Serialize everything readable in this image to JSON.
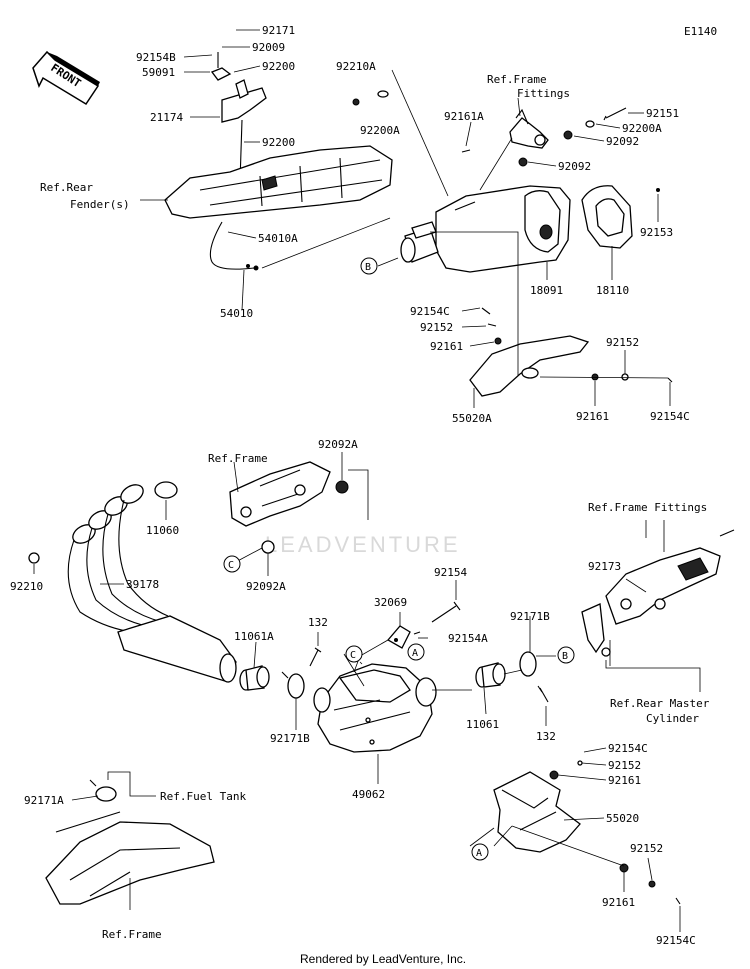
{
  "diagram_code": "E1140",
  "front_arrow_label": "FRONT",
  "watermark": "LEADVENTURE",
  "footer": "Rendered by LeadVenture, Inc.",
  "parts": {
    "p92171": "92171",
    "p92009": "92009",
    "p92154B": "92154B",
    "p59091": "59091",
    "p92200_top": "92200",
    "p21174": "21174",
    "p92200_mid": "92200",
    "p92210A": "92210A",
    "p92200A_left": "92200A",
    "p92161A": "92161A",
    "p92151": "92151",
    "p92200A_right": "92200A",
    "p92092_a": "92092",
    "p92092_b": "92092",
    "p54010A": "54010A",
    "p54010": "54010",
    "p92153": "92153",
    "p18091": "18091",
    "p18110": "18110",
    "p92154C_top": "92154C",
    "p92152_top": "92152",
    "p92161_top": "92161",
    "p92152_right": "92152",
    "p55020A": "55020A",
    "p92161_right": "92161",
    "p92154C_right": "92154C",
    "p92092A_top": "92092A",
    "p11060": "11060",
    "p92210": "92210",
    "p39178": "39178",
    "p92092A_bot": "92092A",
    "p92173": "92173",
    "p92154": "92154",
    "p32069": "32069",
    "p92154A": "92154A",
    "p132_left": "132",
    "p11061A": "11061A",
    "p92171B_left": "92171B",
    "p92171B_right": "92171B",
    "p11061": "11061",
    "p132_right": "132",
    "p49062": "49062",
    "p92154C_low": "92154C",
    "p92152_low": "92152",
    "p92161_low": "92161",
    "p55020": "55020",
    "p92152_bot": "92152",
    "p92161_bot": "92161",
    "p92154C_bot": "92154C",
    "p92171A": "92171A"
  },
  "refs": {
    "frame_fittings_1": "Ref.Frame",
    "frame_fittings_2": "Fittings",
    "rear_fender_1": "Ref.Rear",
    "rear_fender_2": "Fender(s)",
    "frame_top": "Ref.Frame",
    "frame_fittings_right": "Ref.Frame Fittings",
    "rear_master_1": "Ref.Rear Master",
    "rear_master_2": "Cylinder",
    "fuel_tank": "Ref.Fuel Tank",
    "frame_bottom": "Ref.Frame"
  },
  "callouts": {
    "B": "B",
    "C": "C",
    "A": "A"
  }
}
